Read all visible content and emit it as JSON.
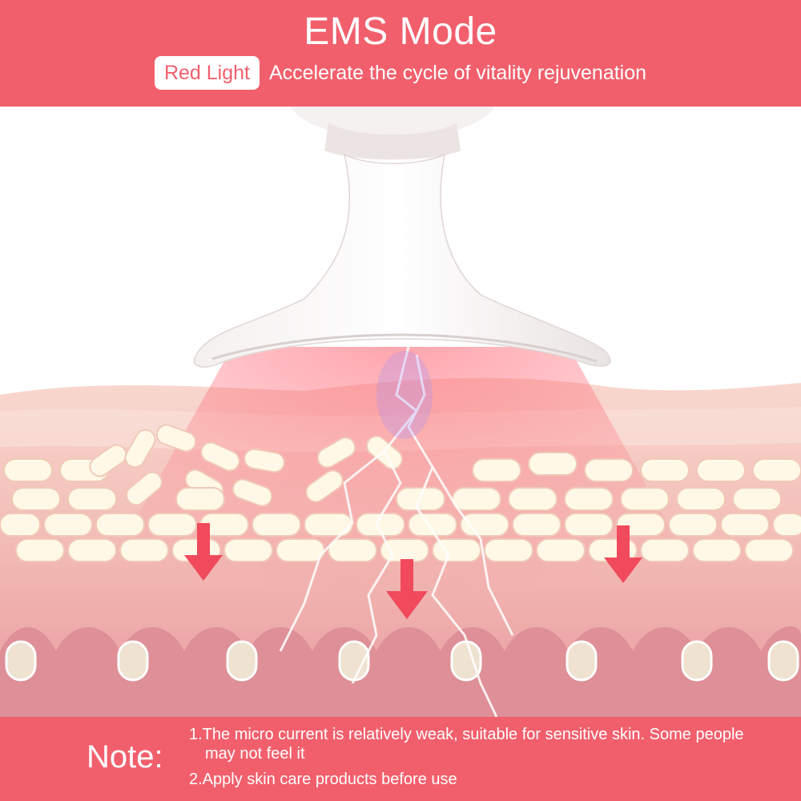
{
  "header": {
    "title": "EMS Mode",
    "badge": "Red Light",
    "tagline": "Accelerate the cycle of vitality rejuvenation"
  },
  "footer": {
    "note_label": "Note:",
    "notes": [
      "1.The micro current is relatively weak, suitable for sensitive skin. Some people may not feel it",
      "2.Apply skin care products before use"
    ]
  },
  "colors": {
    "brand": "#f25f6c",
    "skin_dark": "#e39aa2",
    "skin_light": "#f6cfc8",
    "cell_fill": "#fff8e6",
    "cell_inner": "#f5d8c8",
    "arrow": "#f04a5c"
  },
  "icons": [
    "down-arrow-icon",
    "lightning-icon"
  ]
}
